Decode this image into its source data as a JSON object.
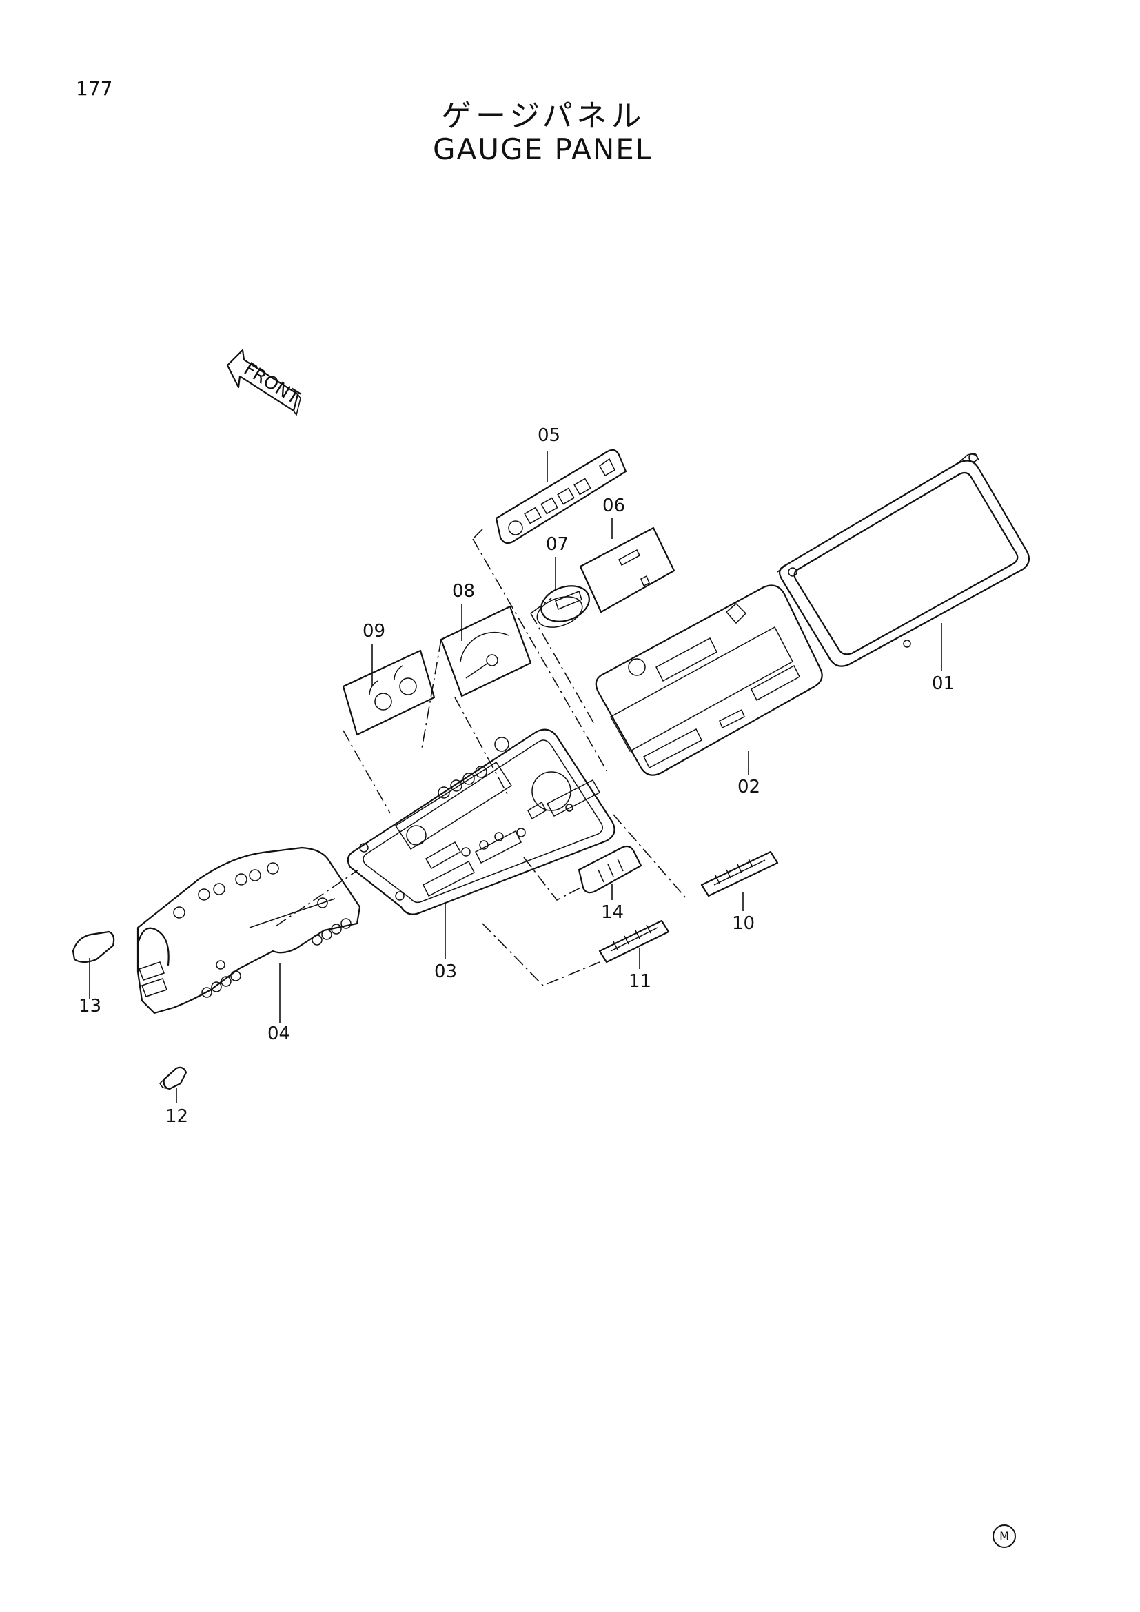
{
  "page": {
    "number": "177"
  },
  "title": {
    "japanese": "ゲージパネル",
    "english": "GAUGE PANEL"
  },
  "front_arrow": {
    "label": "FRONT"
  },
  "parts": {
    "p01": "01",
    "p02": "02",
    "p03": "03",
    "p04": "04",
    "p05": "05",
    "p06": "06",
    "p07": "07",
    "p08": "08",
    "p09": "09",
    "p10": "10",
    "p11": "11",
    "p12": "12",
    "p13": "13",
    "p14": "14"
  },
  "corner_marker": {
    "label": "M"
  }
}
